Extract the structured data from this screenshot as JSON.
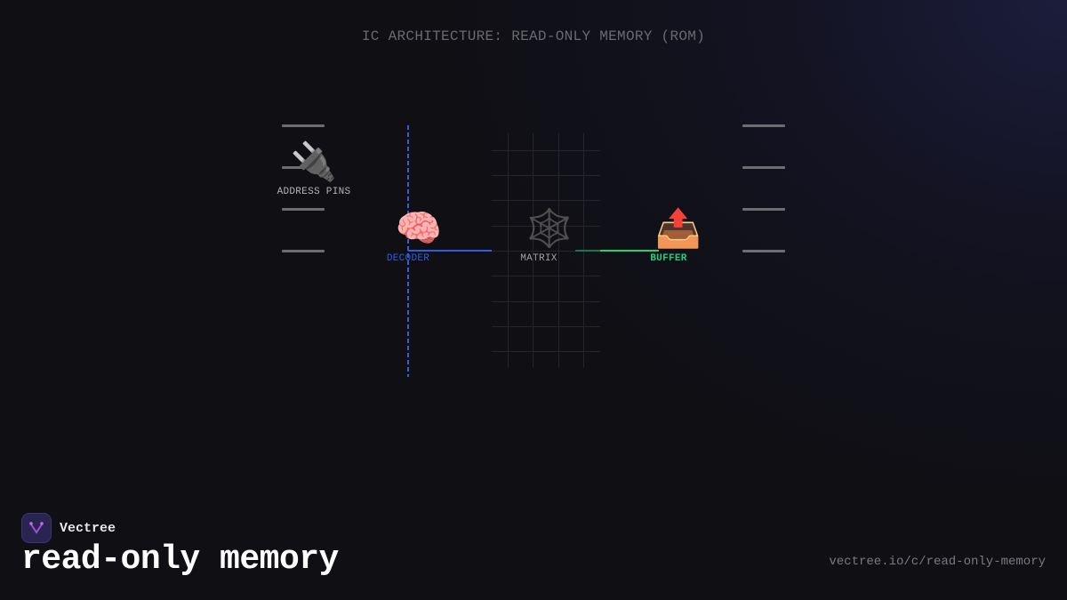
{
  "header": {
    "title": "IC ARCHITECTURE: READ-ONLY MEMORY (ROM)"
  },
  "diagram": {
    "nodes": [
      {
        "id": "address-pins",
        "label": "ADDRESS PINS",
        "icon": "electric-plug-icon",
        "glyph": "🔌",
        "color": "#b4b4b8"
      },
      {
        "id": "decoder",
        "label": "DECODER",
        "icon": "brain-icon",
        "glyph": "🧠",
        "color": "#2f5de0"
      },
      {
        "id": "matrix",
        "label": "MATRIX",
        "icon": "spider-web-icon",
        "glyph": "🕸️",
        "color": "#a0a0a4"
      },
      {
        "id": "buffer",
        "label": "BUFFER",
        "icon": "outbox-tray-icon",
        "glyph": "📤",
        "color": "#1fd17a"
      }
    ],
    "pins": {
      "left_count": 4,
      "right_count": 4
    },
    "colors": {
      "decoder_bus": "#2f5de0",
      "output_bus": "#1fd17a",
      "pin": "#6e6e72",
      "grid": "#25252b"
    }
  },
  "footer": {
    "brand": "Vectree",
    "heading": "read-only memory",
    "url": "vectree.io/c/read-only-memory"
  }
}
